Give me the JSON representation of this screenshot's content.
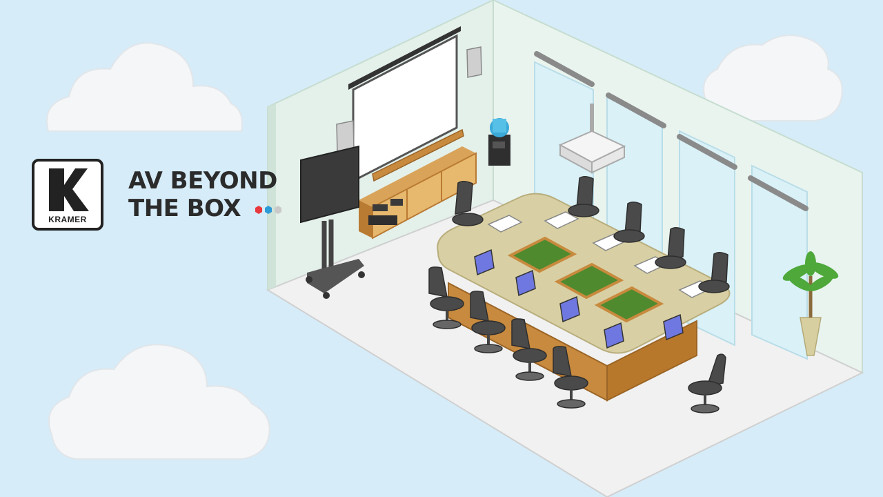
{
  "brand": {
    "logo_text": "KRAMER",
    "tagline_line1": "AV BEYOND",
    "tagline_line2": "THE BOX",
    "dot_colors": [
      "#e8383d",
      "#2d9ad8",
      "#c9c9c9"
    ]
  },
  "colors": {
    "sky": "#d6ecf8",
    "cloud": "#f4f6f8",
    "wall": "#e4f0ea",
    "floor": "#efefef",
    "table_top": "#d8d0a4",
    "table_base": "#c88a3e",
    "chair": "#4a4a4a",
    "planter": "#4f8a2e"
  },
  "icons": {
    "logo": "kramer-k-logo",
    "room": "conference-room-illustration"
  }
}
